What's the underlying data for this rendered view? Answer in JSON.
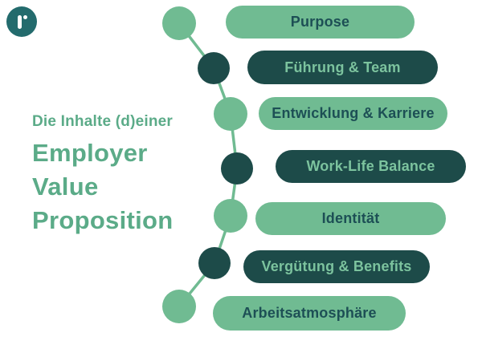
{
  "logo": {
    "icon": "r-dot-logo"
  },
  "title": {
    "intro": "Die Inhalte (d)einer",
    "lines": [
      "Employer",
      "Value",
      "Proposition"
    ]
  },
  "pills": [
    {
      "label": "Purpose",
      "style": "light"
    },
    {
      "label": "Führung & Team",
      "style": "dark"
    },
    {
      "label": "Entwicklung & Karriere",
      "style": "light"
    },
    {
      "label": "Work-Life Balance",
      "style": "dark"
    },
    {
      "label": "Identität",
      "style": "light"
    },
    {
      "label": "Vergütung & Benefits",
      "style": "dark"
    },
    {
      "label": "Arbeitsatmosphäre",
      "style": "light"
    }
  ],
  "colors": {
    "light_green": "#70BB92",
    "dark_teal": "#1D4B49",
    "pill_text_dark": "#1D4F55",
    "pill_text_light": "#7CC39E",
    "title_green": "#5BAB88",
    "logo_teal": "#236B6D",
    "background": "#FFFFFF"
  }
}
